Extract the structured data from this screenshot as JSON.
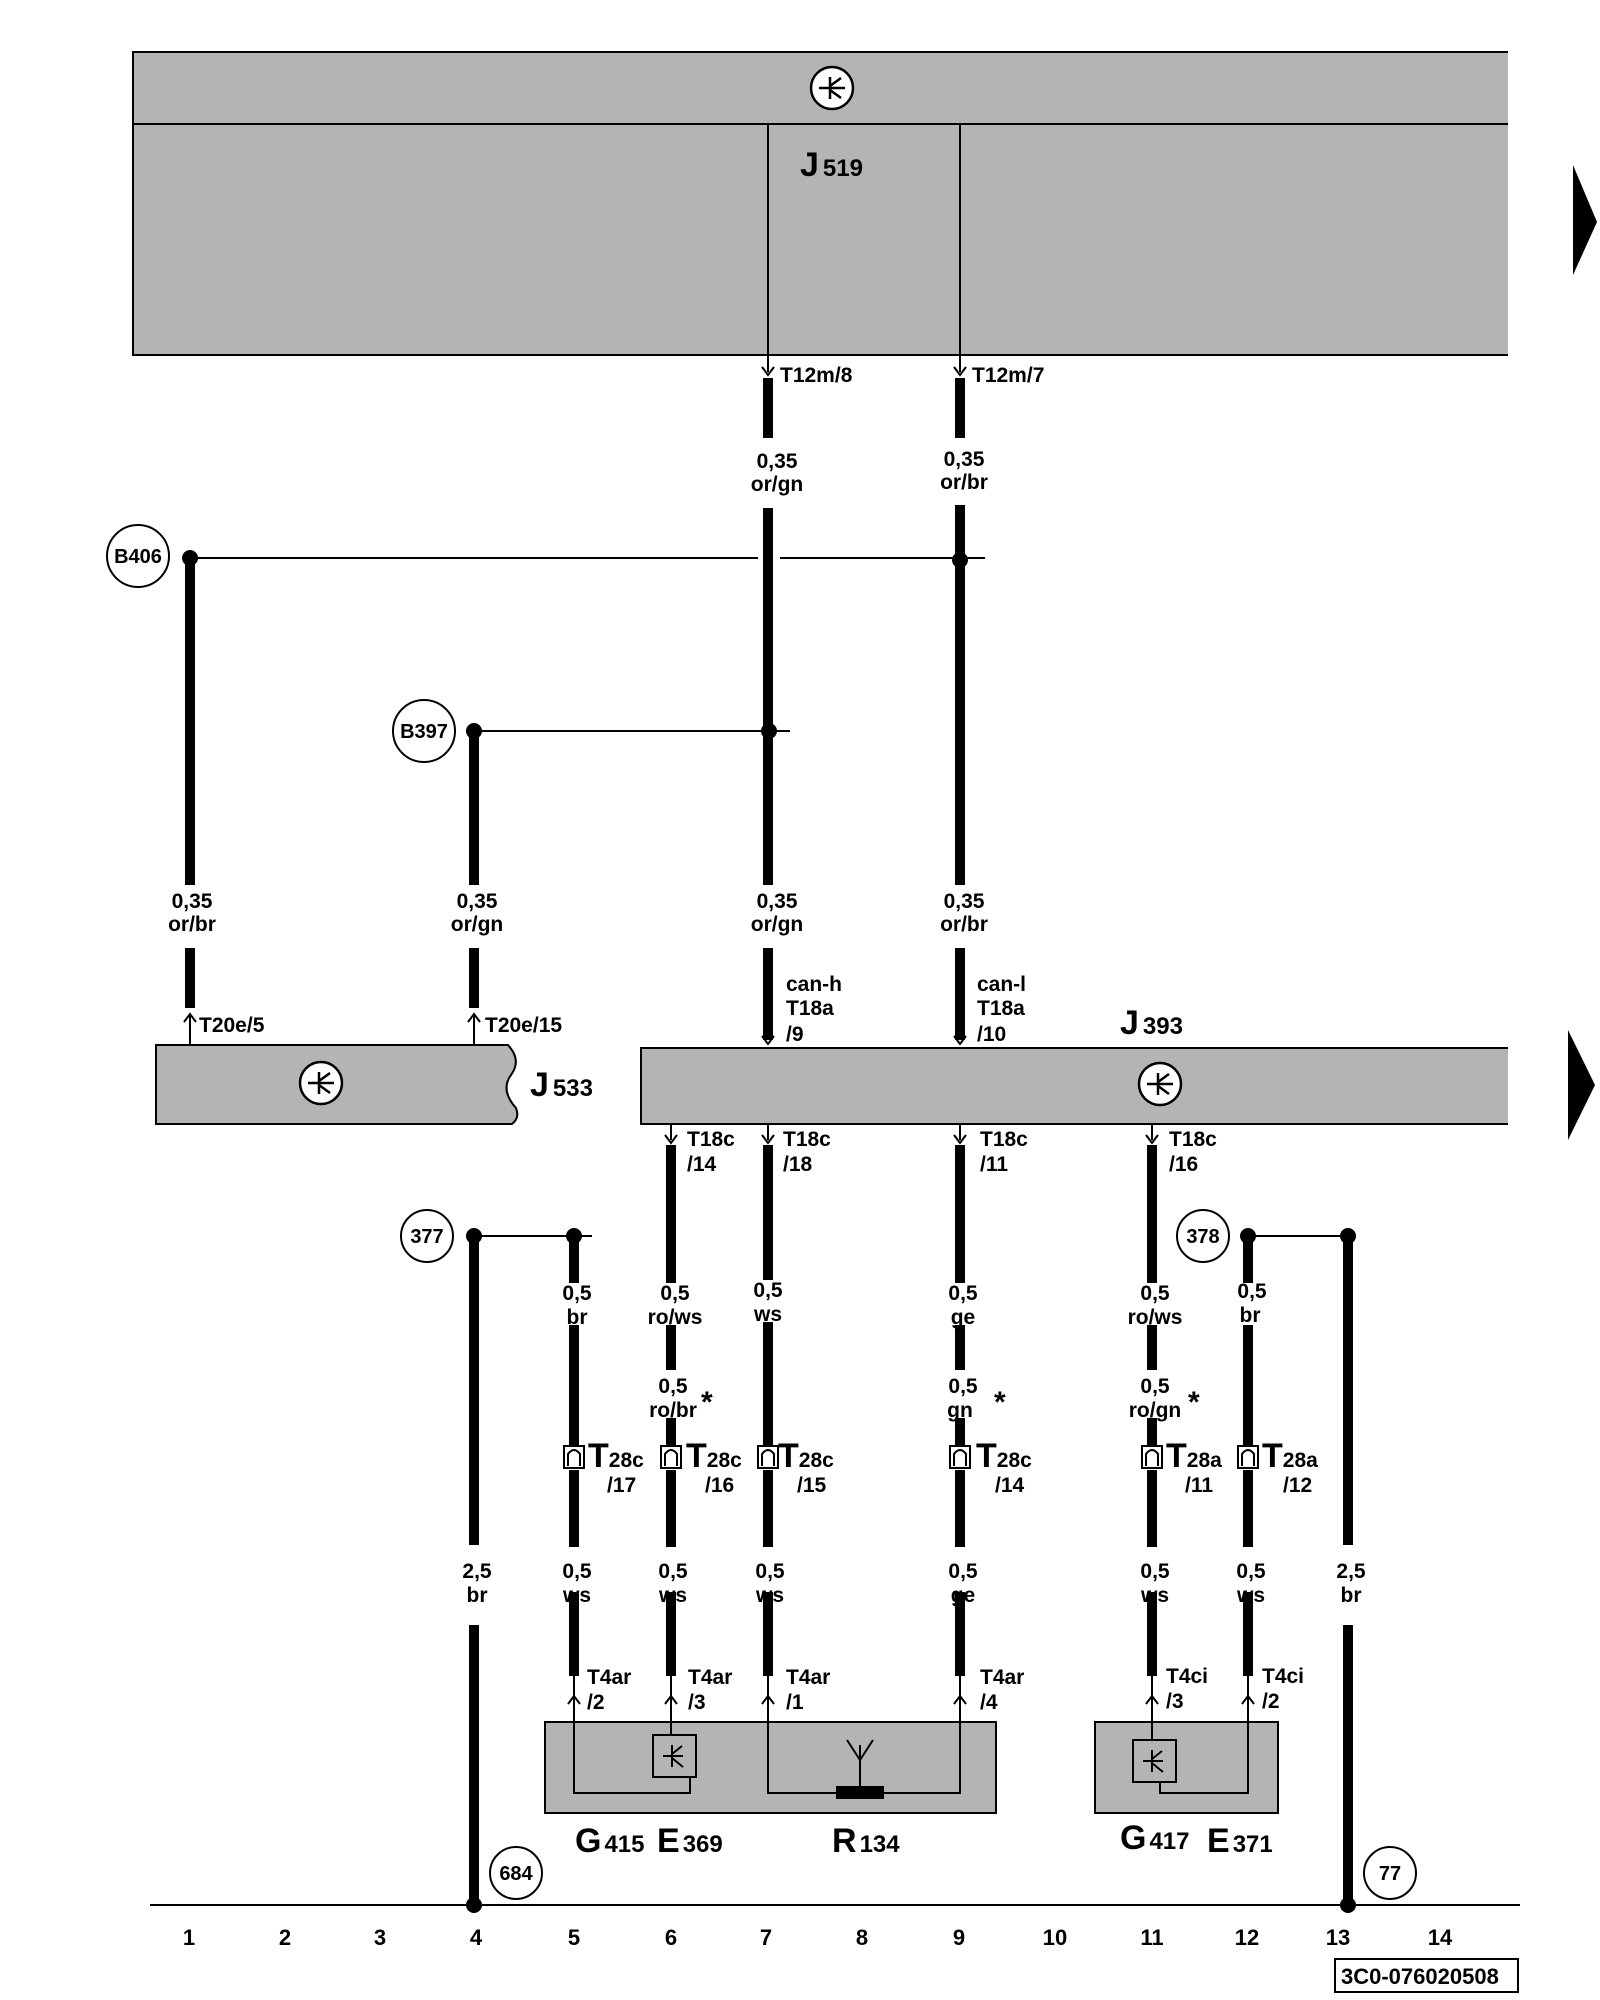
{
  "components": {
    "J519": {
      "letter": "J",
      "num": "519"
    },
    "J533": {
      "letter": "J",
      "num": "533"
    },
    "J393": {
      "letter": "J",
      "num": "393"
    },
    "G415": {
      "letter": "G",
      "num": "415"
    },
    "E369": {
      "letter": "E",
      "num": "369"
    },
    "R134": {
      "letter": "R",
      "num": "134"
    },
    "G417": {
      "letter": "G",
      "num": "417"
    },
    "E371": {
      "letter": "E",
      "num": "371"
    }
  },
  "connectors": {
    "t12m_8": "T12m/8",
    "t12m_7": "T12m/7",
    "t20e_5": "T20e/5",
    "t20e_15": "T20e/15",
    "canh": [
      "can-h",
      "T18a",
      "/9"
    ],
    "canl": [
      "can-l",
      "T18a",
      "/10"
    ],
    "t18c_14": [
      "T18c",
      "/14"
    ],
    "t18c_18": [
      "T18c",
      "/18"
    ],
    "t18c_11": [
      "T18c",
      "/11"
    ],
    "t18c_16": [
      "T18c",
      "/16"
    ],
    "t28c_17": [
      "T",
      "28c",
      "/17"
    ],
    "t28c_16": [
      "T",
      "28c",
      "/16"
    ],
    "t28c_15": [
      "T",
      "28c",
      "/15"
    ],
    "t28c_14": [
      "T",
      "28c",
      "/14"
    ],
    "t28a_11": [
      "T",
      "28a",
      "/11"
    ],
    "t28a_12": [
      "T",
      "28a",
      "/12"
    ],
    "t4ar_2": [
      "T4ar",
      "/2"
    ],
    "t4ar_3": [
      "T4ar",
      "/3"
    ],
    "t4ar_1": [
      "T4ar",
      "/1"
    ],
    "t4ar_4": [
      "T4ar",
      "/4"
    ],
    "t4ci_3": [
      "T4ci",
      "/3"
    ],
    "t4ci_2": [
      "T4ci",
      "/2"
    ]
  },
  "wires": {
    "w7_top": [
      "0,35",
      "or/gn"
    ],
    "w9_top": [
      "0,35",
      "or/br"
    ],
    "w2_mid": [
      "0,35",
      "or/br"
    ],
    "w5_mid": [
      "0,35",
      "or/gn"
    ],
    "w7_mid": [
      "0,35",
      "or/gn"
    ],
    "w9_mid": [
      "0,35",
      "or/br"
    ],
    "w5_a": [
      "0,5",
      "br"
    ],
    "w6_a": [
      "0,5",
      "ro/ws"
    ],
    "w7_a": [
      "0,5",
      "ws"
    ],
    "w9_a": [
      "0,5",
      "ge"
    ],
    "w11_a": [
      "0,5",
      "ro/ws"
    ],
    "w12_a": [
      "0,5",
      "br"
    ],
    "w6_b": [
      "0,5",
      "ro/br"
    ],
    "w9_b": [
      "0,5",
      "gn"
    ],
    "w11_b": [
      "0,5",
      "ro/gn"
    ],
    "w4_low": [
      "2,5",
      "br"
    ],
    "w5_low": [
      "0,5",
      "ws"
    ],
    "w6_low": [
      "0,5",
      "ws"
    ],
    "w7_low": [
      "0,5",
      "ws"
    ],
    "w9_low": [
      "0,5",
      "ge"
    ],
    "w11_low": [
      "0,5",
      "ws"
    ],
    "w12_low": [
      "0,5",
      "ws"
    ],
    "w13_low": [
      "2,5",
      "br"
    ]
  },
  "star": "*",
  "refs": {
    "b406": "B406",
    "b397": "B397",
    "r377": "377",
    "r378": "378",
    "r684": "684",
    "r77": "77"
  },
  "columns": [
    "1",
    "2",
    "3",
    "4",
    "5",
    "6",
    "7",
    "8",
    "9",
    "10",
    "11",
    "12",
    "13",
    "14"
  ],
  "doc_id": "3C0-076020508",
  "icons": {
    "ecu": "ecu-symbol-icon",
    "continuation": "arrow-right-icon",
    "antenna": "antenna-icon",
    "sensor": "sensor-icon"
  }
}
